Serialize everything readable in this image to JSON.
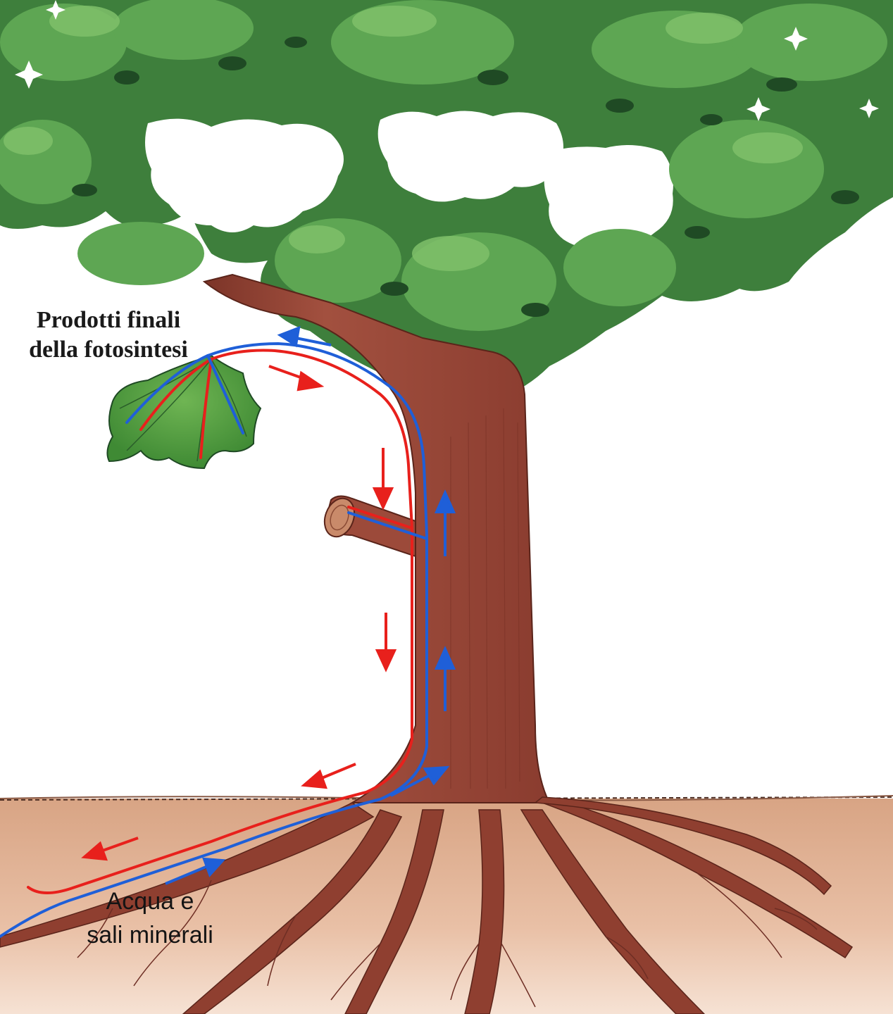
{
  "labels": {
    "photosynthesis_products": {
      "line1": "Prodotti finali",
      "line2": "della fotosintesi"
    },
    "water_minerals": {
      "line1": "Acqua e",
      "line2": "sali minerali"
    }
  },
  "colors": {
    "sky": "#ffffff",
    "foliage_dark": "#2f6b34",
    "foliage_mid": "#4e9a4c",
    "foliage_light": "#7fbf6a",
    "bark": "#9c4a3a",
    "bark_dark": "#6e2e24",
    "soil": "#d9a88a",
    "soil_light": "#f1d6c3",
    "phloem_flow": "#e8201c",
    "xylem_flow": "#1f5fd8",
    "leaf": "#4f9a3b"
  },
  "legend_encoding": {
    "red_arrows": "phloem-downward",
    "blue_arrows": "xylem-upward"
  }
}
